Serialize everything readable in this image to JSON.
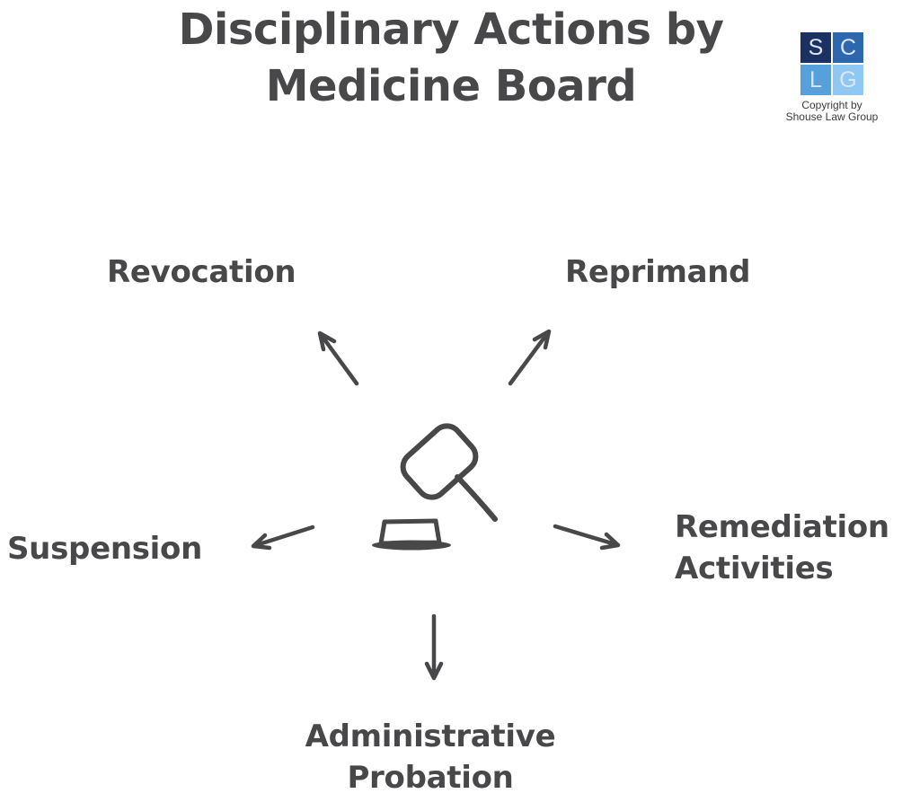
{
  "title": "Disciplinary Actions by Medicine Board",
  "logo": {
    "squares": [
      {
        "letter": "S",
        "color": "#1b3161"
      },
      {
        "letter": "C",
        "color": "#2d68af"
      },
      {
        "letter": "L",
        "color": "#58a0dc"
      },
      {
        "letter": "G",
        "color": "#8fc8f3"
      }
    ],
    "copyright_line1": "Copyright by",
    "copyright_line2": "Shouse Law Group"
  },
  "colors": {
    "ink": "#48484a",
    "background": "#ffffff",
    "logo-letter": "#dde7f3",
    "copyright-text": "#3b3b3d"
  },
  "diagram": {
    "center_icon": "gavel-icon",
    "nodes": [
      {
        "id": "revocation",
        "label": "Revocation"
      },
      {
        "id": "reprimand",
        "label": "Reprimand"
      },
      {
        "id": "suspension",
        "label": "Suspension"
      },
      {
        "id": "remediation-activities",
        "label": "Remediation Activities"
      },
      {
        "id": "administrative-probation",
        "label": "Administrative Probation"
      }
    ]
  }
}
